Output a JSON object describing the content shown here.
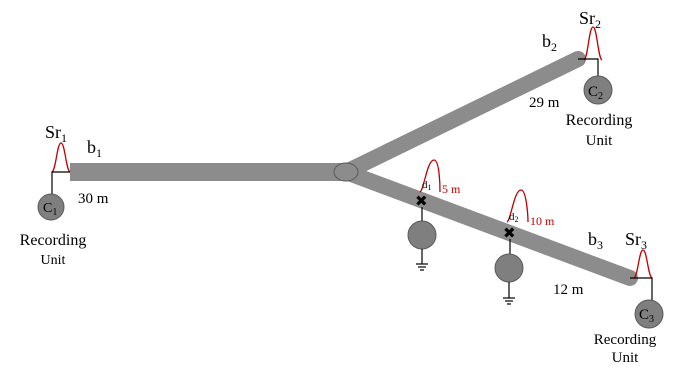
{
  "colors": {
    "pipe": "#8c8c8c",
    "pipe_edge": "#5a5a5a",
    "unit_fill": "#7f7f7f",
    "signal": "#c00000",
    "label": "#000000",
    "fault_label": "#c00000",
    "wire": "#000000"
  },
  "branches": [
    {
      "id": "b1",
      "name_main": "b",
      "name_sub": "1",
      "length": "30 m"
    },
    {
      "id": "b2",
      "name_main": "b",
      "name_sub": "2",
      "length": "29 m"
    },
    {
      "id": "b3",
      "name_main": "b",
      "name_sub": "3",
      "length": "12 m"
    }
  ],
  "sources": [
    {
      "id": "sr1",
      "main": "Sr",
      "sub": "1"
    },
    {
      "id": "sr2",
      "main": "Sr",
      "sub": "2"
    },
    {
      "id": "sr3",
      "main": "Sr",
      "sub": "3"
    }
  ],
  "recording_units": [
    {
      "id": "c1",
      "main": "C",
      "sub": "1",
      "label_line1": "Recording",
      "label_line2": "Unit"
    },
    {
      "id": "c2",
      "main": "C",
      "sub": "2",
      "label_line1": "Recording",
      "label_line2": "Unit"
    },
    {
      "id": "c3",
      "main": "C",
      "sub": "3",
      "label_line1": "Recording",
      "label_line2": "Unit"
    }
  ],
  "faults": [
    {
      "id": "d1",
      "main": "d",
      "sub": "1",
      "distance": "5 m"
    },
    {
      "id": "d2",
      "main": "d",
      "sub": "2",
      "distance": "10 m"
    }
  ]
}
